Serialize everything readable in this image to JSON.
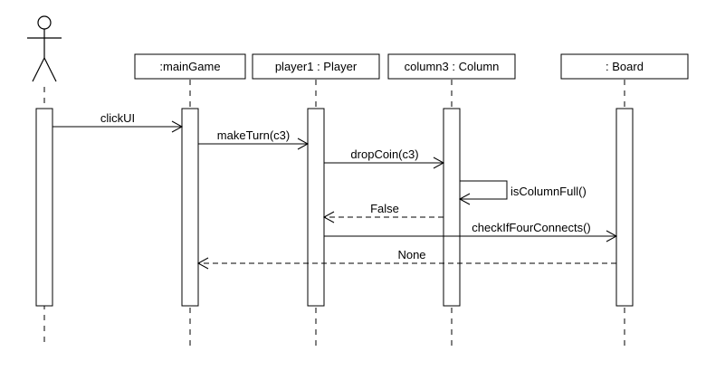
{
  "participants": {
    "actor": "",
    "main_game": ":mainGame",
    "player": "player1 : Player",
    "column": "column3 : Column",
    "board": ": Board"
  },
  "messages": {
    "click_ui": "clickUI",
    "make_turn": "makeTurn(c3)",
    "drop_coin": "dropCoin(c3)",
    "is_column_full": "isColumnFull()",
    "false_return": "False",
    "check_four": "checkIfFourConnects()",
    "none_return": "None"
  }
}
